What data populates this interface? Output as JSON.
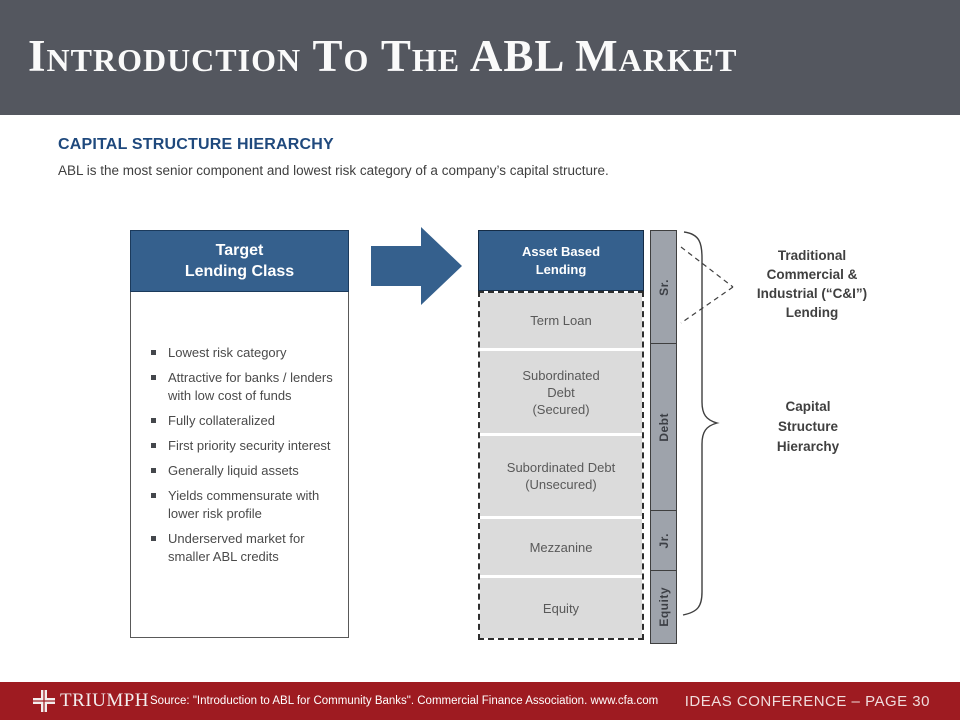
{
  "slide": {
    "title": "Introduction To The ABL Market",
    "section_heading": "CAPITAL STRUCTURE HIERARCHY",
    "section_subheading": "ABL is the most senior component and lowest risk category of a company’s capital structure."
  },
  "target_box": {
    "title": "Target\nLending Class",
    "bullets": [
      "Lowest risk category",
      "Attractive for banks / lenders with low cost of funds",
      "Fully collateralized",
      "First priority security interest",
      "Generally liquid assets",
      "Yields commensurate with lower risk profile",
      "Underserved market for smaller ABL credits"
    ]
  },
  "capital_stack": {
    "header": "Asset Based\nLending",
    "segments": [
      {
        "label": "Term Loan"
      },
      {
        "label": "Subordinated\nDebt\n(Secured)"
      },
      {
        "label": "Subordinated Debt\n(Unsecured)"
      },
      {
        "label": "Mezzanine"
      },
      {
        "label": "Equity"
      }
    ]
  },
  "seniority_bar": {
    "segments": [
      {
        "label": "Sr."
      },
      {
        "label": "Debt"
      },
      {
        "label": "Jr."
      },
      {
        "label": "Equity"
      }
    ]
  },
  "annotations": {
    "cni_label": "Traditional\nCommercial &\nIndustrial (“C&I”)\nLending",
    "hierarchy_label": "Capital\nStructure\nHierarchy"
  },
  "footer": {
    "logo_text": "TRIUMPH",
    "source_text": "Source: \"Introduction to ABL for Community Banks\".  Commercial Finance Association.  www.cfa.com",
    "page_label": "IDEAS CONFERENCE – PAGE 30"
  },
  "colors": {
    "header_background": "#54575F",
    "accent_blue": "#35608D",
    "heading_blue": "#1F497D",
    "footer_red": "#9E1B21",
    "bar_gray": "#9EA3AB",
    "segment_gray": "#DBDBDB"
  }
}
